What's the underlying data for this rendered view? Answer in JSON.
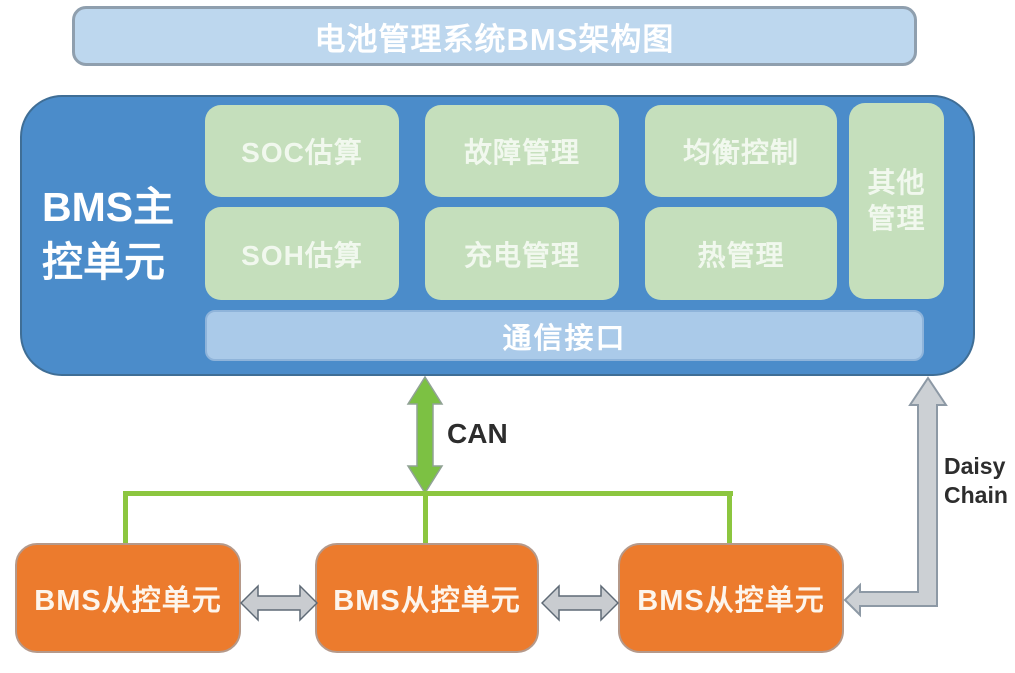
{
  "title": "电池管理系统BMS架构图",
  "master_unit": {
    "label": "BMS主控单元",
    "label_lines": [
      "BMS主",
      "控单元"
    ],
    "functions": [
      "SOC估算",
      "故障管理",
      "均衡控制",
      "SOH估算",
      "充电管理",
      "热管理"
    ],
    "other_function": "其他管理",
    "comm_interface": "通信接口"
  },
  "slave_units": [
    {
      "label": "BMS从控单元"
    },
    {
      "label": "BMS从控单元"
    },
    {
      "label": "BMS从控单元"
    }
  ],
  "connections": {
    "can_bus": {
      "label": "CAN",
      "style": "green-double-arrow"
    },
    "daisy_chain": {
      "label": "Daisy Chain",
      "label_lines": [
        "Daisy",
        "Chain"
      ],
      "style": "gray-elbow-arrow"
    },
    "slave_links": {
      "style": "gray-double-arrow"
    }
  },
  "colors": {
    "title_fill": "#bdd7ee",
    "title_border": "#8f9fae",
    "master_fill": "#4b8cca",
    "function_fill": "#c5dfbc",
    "comm_fill": "#aacae9",
    "slave_fill": "#ec7b2d",
    "bus_green": "#8cc63f",
    "arrow_gray": "#c9ccd0",
    "label_light": "#ffffff",
    "label_dark": "#2d2d2d"
  }
}
